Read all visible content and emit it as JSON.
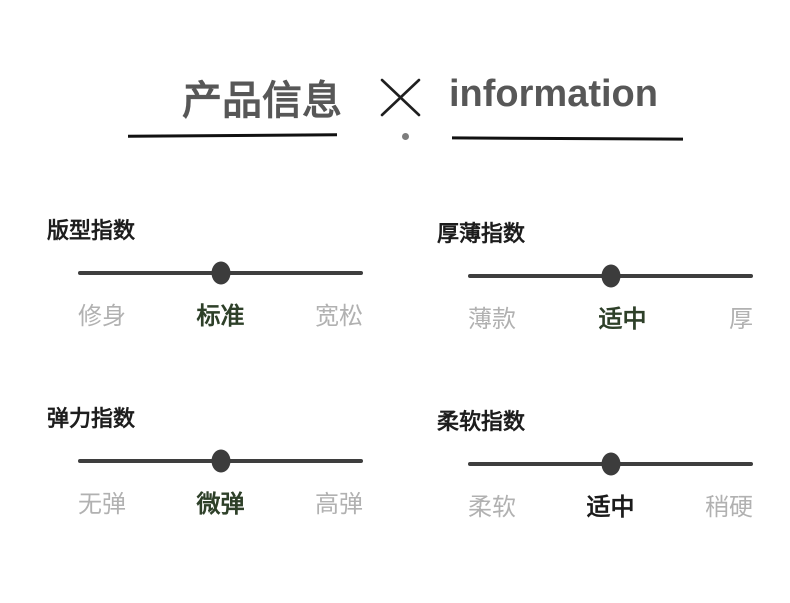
{
  "title": {
    "cn": "产品信息",
    "en": "information",
    "text_color": "#575757",
    "separator_icon": "x-mark-icon"
  },
  "colors": {
    "background": "#ffffff",
    "heading_text": "#1d1d1d",
    "track": "#3e3e3e",
    "knob": "#3c3c3c",
    "side_label": "#b1b1b1",
    "accent_green": "#2e4029",
    "accent_dark": "#1b1b1b",
    "underline": "#111111",
    "separator_dot": "#7d7d7d"
  },
  "sliders": [
    {
      "title": "版型指数",
      "options": {
        "left": "修身",
        "middle": "标准",
        "right": "宽松"
      },
      "selected": "middle",
      "knob_position_percent": 50,
      "middle_color": "#2e4029"
    },
    {
      "title": "厚薄指数",
      "options": {
        "left": "薄款",
        "middle": "适中",
        "right": "厚"
      },
      "selected": "middle",
      "knob_position_percent": 50,
      "middle_color": "#2e4029"
    },
    {
      "title": "弹力指数",
      "options": {
        "left": "无弹",
        "middle": "微弹",
        "right": "高弹"
      },
      "selected": "middle",
      "knob_position_percent": 50,
      "middle_color": "#2e4029"
    },
    {
      "title": "柔软指数",
      "options": {
        "left": "柔软",
        "middle": "适中",
        "right": "稍硬"
      },
      "selected": "middle",
      "knob_position_percent": 50,
      "middle_color": "#1b1b1b"
    }
  ]
}
